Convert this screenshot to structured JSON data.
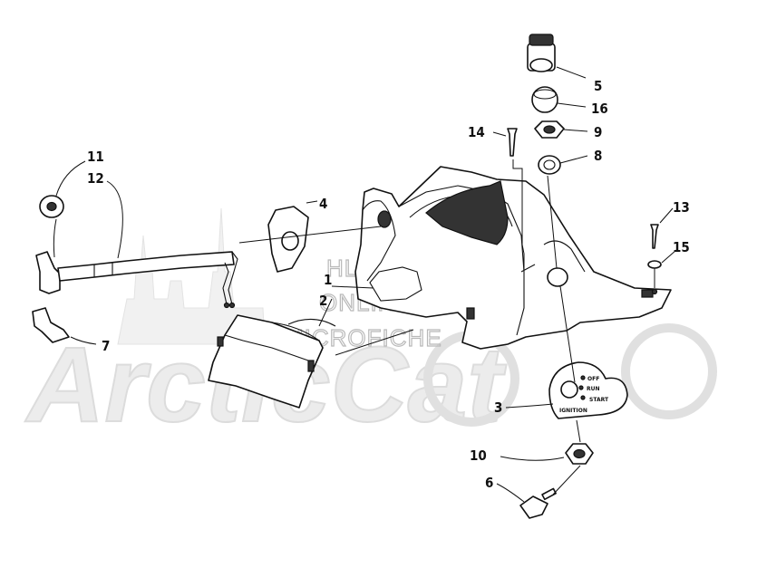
{
  "watermark": {
    "brand": "ArcticCat",
    "line1": "HLSM'S",
    "line2": "ONLINE",
    "line3": "MICROFICHE"
  },
  "callouts": [
    {
      "id": "1",
      "text": "1"
    },
    {
      "id": "2",
      "text": "2"
    },
    {
      "id": "3",
      "text": "3"
    },
    {
      "id": "4",
      "text": "4"
    },
    {
      "id": "5",
      "text": "5"
    },
    {
      "id": "6",
      "text": "6"
    },
    {
      "id": "7",
      "text": "7"
    },
    {
      "id": "8",
      "text": "8"
    },
    {
      "id": "9",
      "text": "9"
    },
    {
      "id": "10",
      "text": "10"
    },
    {
      "id": "11",
      "text": "11"
    },
    {
      "id": "12",
      "text": "12"
    },
    {
      "id": "13",
      "text": "13"
    },
    {
      "id": "14",
      "text": "14"
    },
    {
      "id": "15",
      "text": "15"
    },
    {
      "id": "16",
      "text": "16"
    }
  ],
  "ignition_plate": {
    "off": "OFF",
    "run": "RUN",
    "start": "START",
    "ignition": "IGNITION"
  }
}
